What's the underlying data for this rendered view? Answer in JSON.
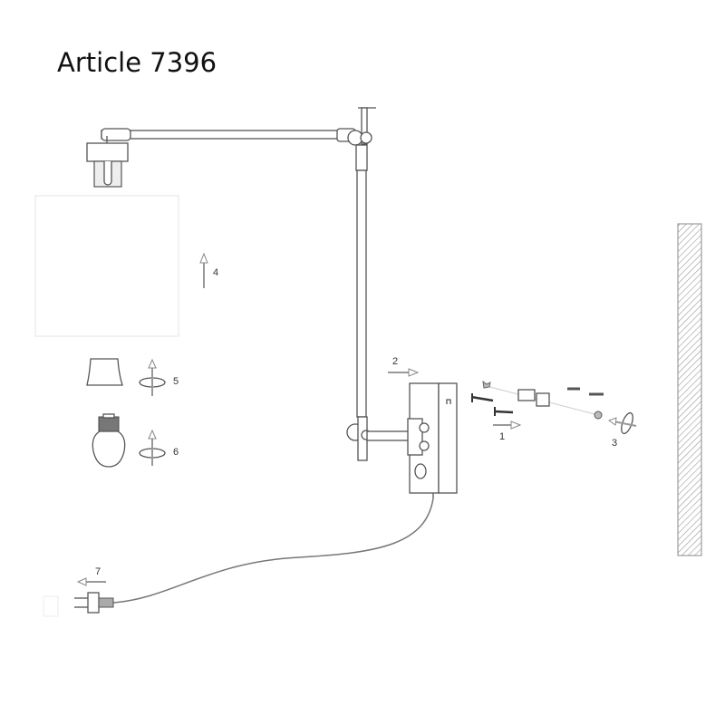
{
  "title": "Article 7396",
  "steps": {
    "s1": "1",
    "s2": "2",
    "s3": "3",
    "s4": "4",
    "s5": "5",
    "s6": "6",
    "s7": "7"
  },
  "colors": {
    "line": "#555555",
    "arrow": "#888888",
    "wall_hatch": "#999999"
  }
}
